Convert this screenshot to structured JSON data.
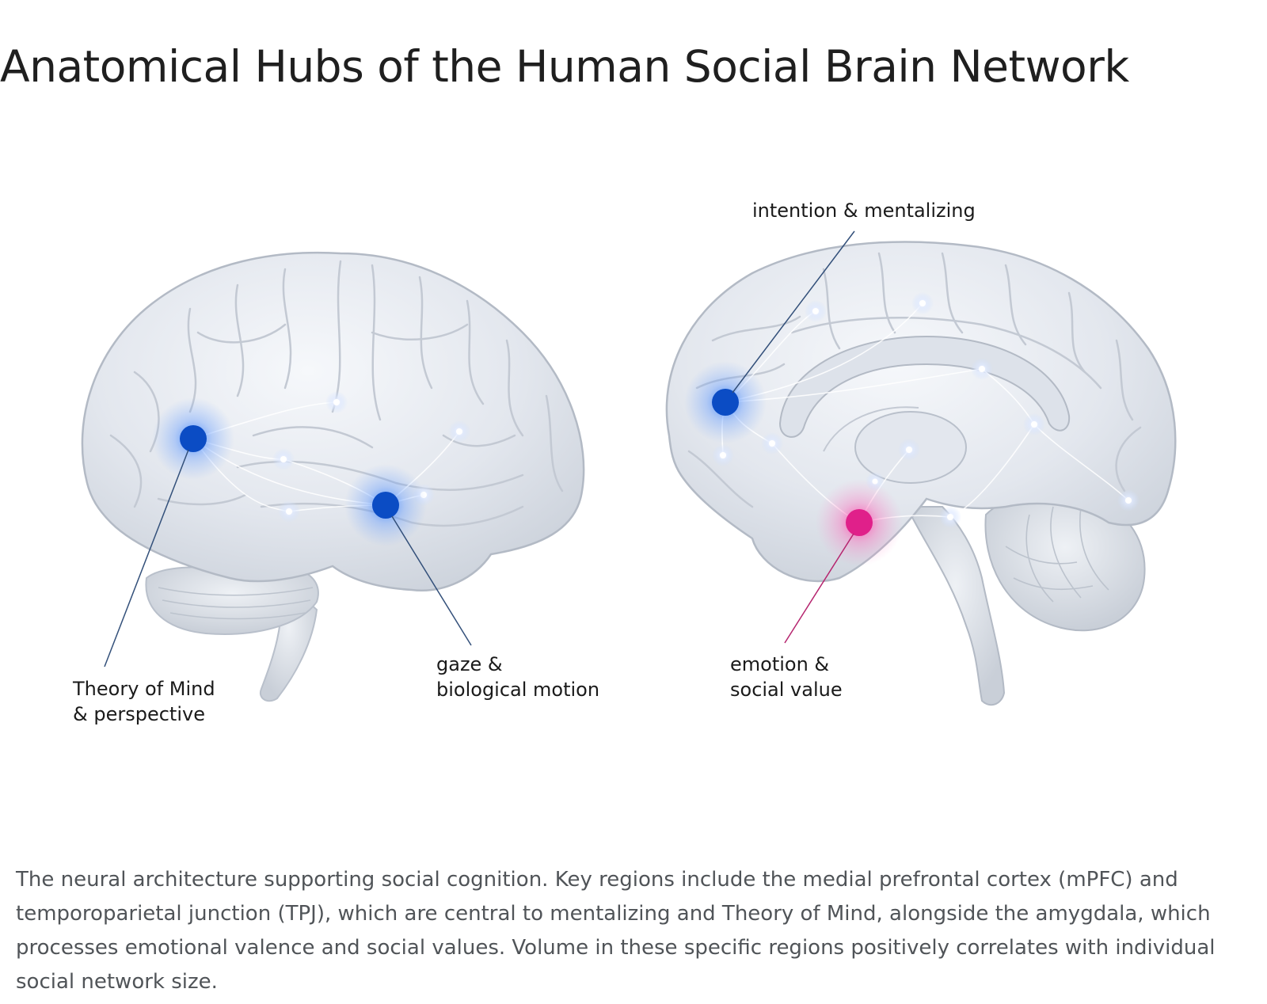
{
  "title": "Anatomical Hubs of the Human Social Brain Network",
  "labels": {
    "tom_line1": "Theory of Mind",
    "tom_line2": "& perspective",
    "gaze_line1": "gaze &",
    "gaze_line2": "biological motion",
    "intention": "intention & mentalizing",
    "emotion_line1": "emotion &",
    "emotion_line2": "social value"
  },
  "colors": {
    "hub_blue": "#0b4cc4",
    "hub_magenta": "#e0208a",
    "brain_fill": "#e4e8ef",
    "brain_stroke": "#b9c0cb",
    "leader_blue": "#33507a",
    "leader_magenta": "#b5246e"
  },
  "caption": "The neural architecture supporting social cognition. Key regions include the medial prefrontal cortex (mPFC) and temporoparietal junction (TPJ), which are central to mentalizing and Theory of Mind, alongside the amygdala, which processes emotional valence and social values. Volume in these specific regions positively correlates with individual social network size."
}
